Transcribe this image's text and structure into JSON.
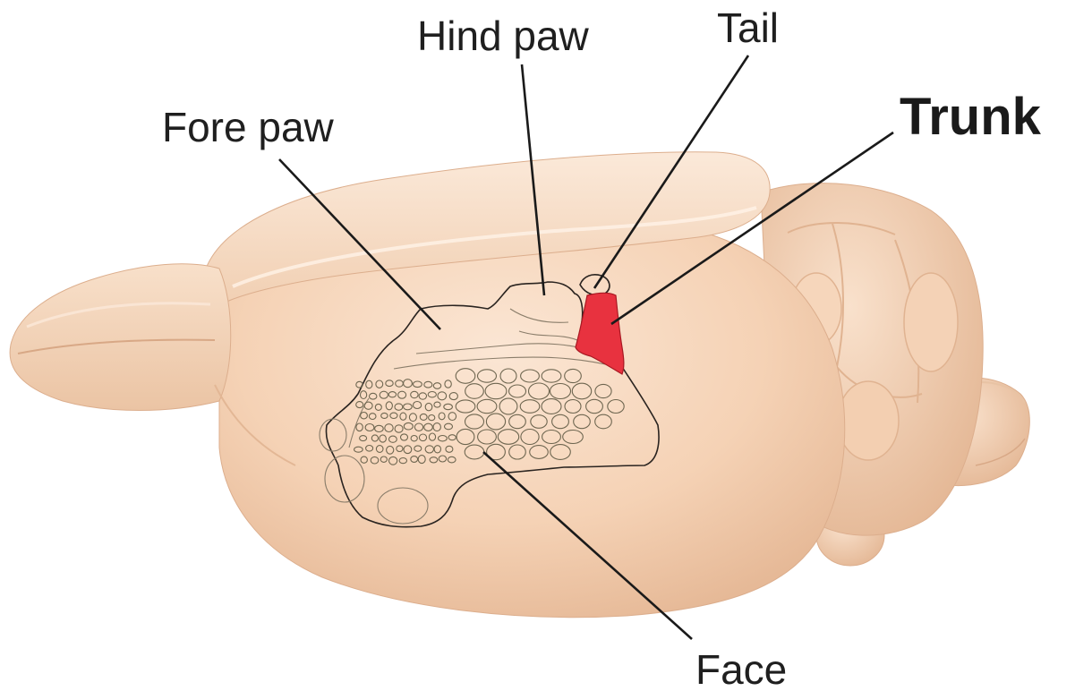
{
  "labels": {
    "hind_paw": "Hind paw",
    "tail": "Tail",
    "fore_paw": "Fore paw",
    "trunk": "Trunk",
    "face": "Face"
  },
  "colors": {
    "brain_fill": "#f5d3b6",
    "brain_highlight": "#fae6d3",
    "brain_shadow": "#e4b796",
    "trunk_region": "#e8323f",
    "outline": "#2a2420"
  }
}
